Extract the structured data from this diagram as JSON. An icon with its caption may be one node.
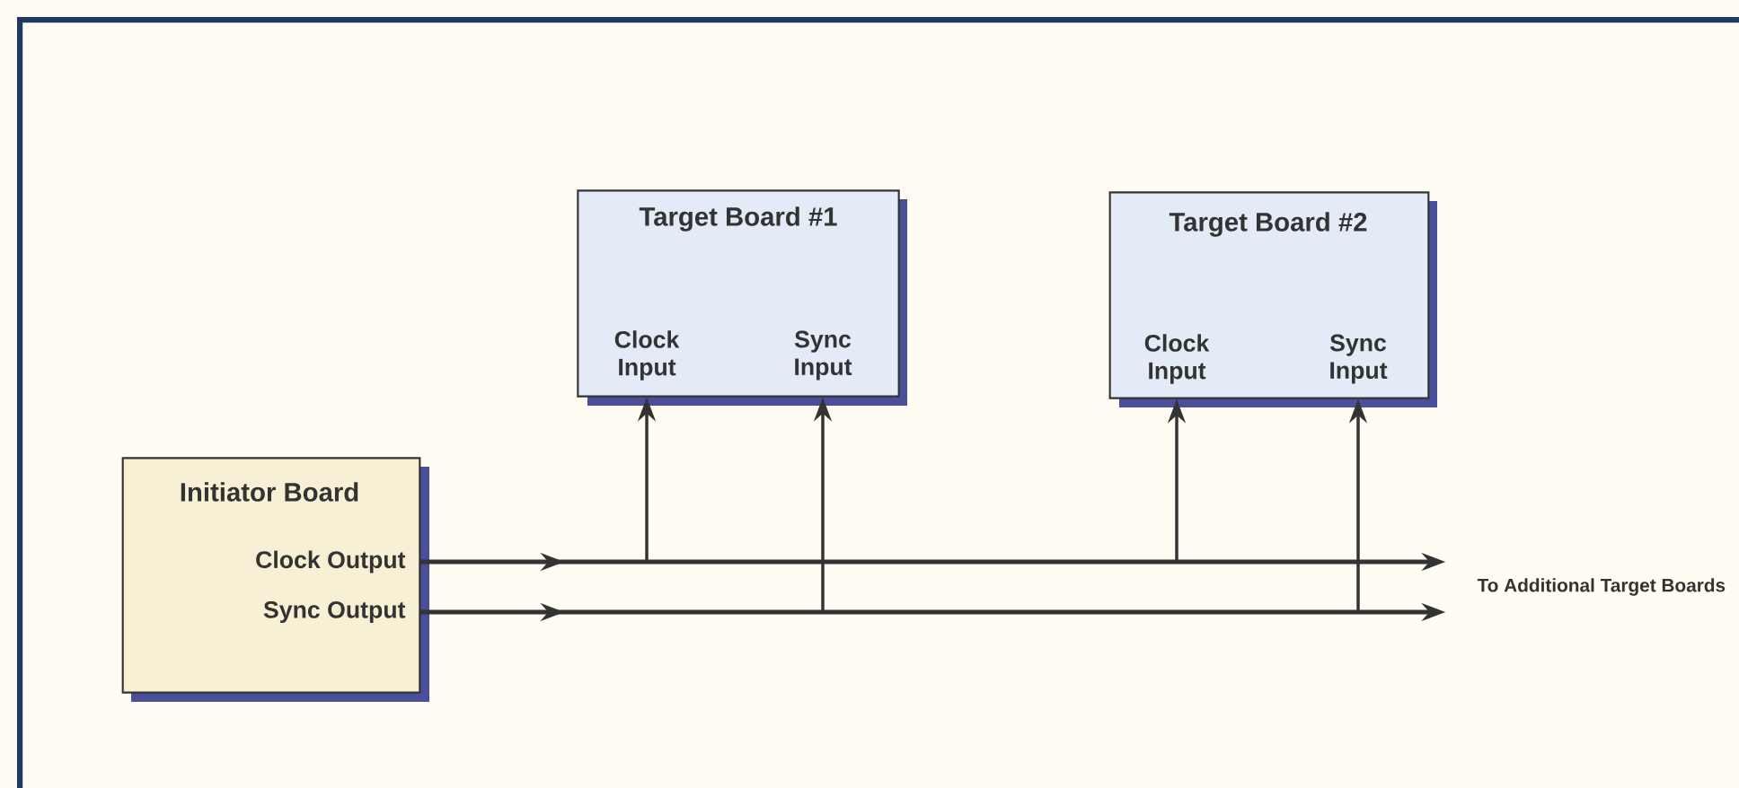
{
  "diagram": {
    "nodes": [
      {
        "text": [
          "Initiator Board"
        ]
      },
      {
        "text": [
          "Clock Output"
        ],
        "in": 0
      },
      {
        "text": [
          "Sync Output"
        ],
        "in": 0
      },
      {
        "text": [
          "Target Board  #1"
        ]
      },
      {
        "text": [
          "Clock Input"
        ],
        "in": 3
      },
      {
        "text": [
          "Sync Input"
        ],
        "in": 3
      },
      {
        "text": [
          "Target Board  #2"
        ]
      },
      {
        "text": [
          "Clock Input"
        ],
        "in": 6
      },
      {
        "text": [
          "Sync Input"
        ],
        "in": 6
      },
      {
        "text": [
          "To Additional Target Boards"
        ]
      }
    ],
    "edges": [
      {
        "from": 1,
        "to": 4,
        "arrow": "to"
      },
      {
        "from": 1,
        "to": 7,
        "arrow": "to"
      },
      {
        "from": 1,
        "to": 9,
        "arrow": "to"
      },
      {
        "from": 2,
        "to": 5,
        "arrow": "to"
      },
      {
        "from": 2,
        "to": 8,
        "arrow": "to"
      },
      {
        "from": 2,
        "to": 9,
        "arrow": "to"
      }
    ]
  }
}
